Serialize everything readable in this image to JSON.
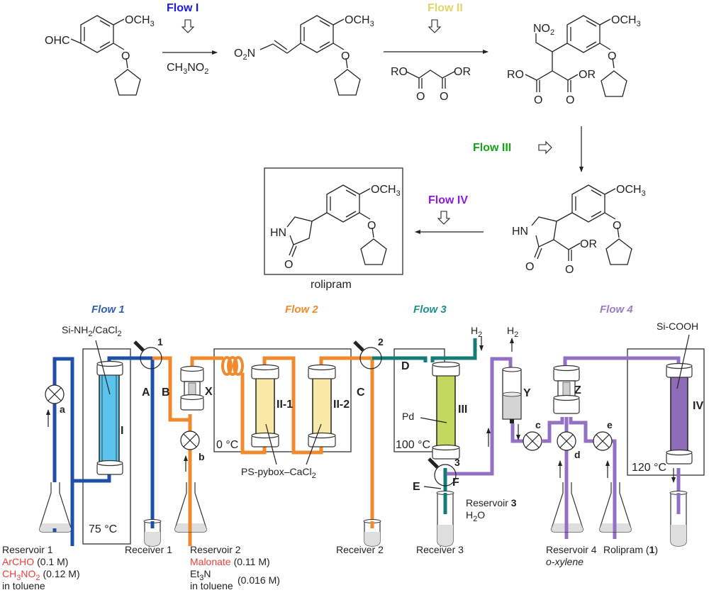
{
  "scheme": {
    "flows": [
      {
        "label": "Flow I",
        "color": "#1a1ae0",
        "reagent": "CH3NO2"
      },
      {
        "label": "Flow II",
        "color": "#e3d36a",
        "reagent": "RO(C=O)CH2(C=O)OR"
      },
      {
        "label": "Flow III",
        "color": "#17a317"
      },
      {
        "label": "Flow IV",
        "color": "#8b1ae6"
      }
    ],
    "compounds": {
      "start": {
        "groups": [
          "OHC",
          "OCH3",
          "O"
        ]
      },
      "nitrostyrene": {
        "groups": [
          "O2N",
          "OCH3",
          "O"
        ]
      },
      "adduct": {
        "groups": [
          "NO2",
          "OCH3",
          "RO",
          "OR",
          "O",
          "O",
          "O"
        ]
      },
      "lactam": {
        "groups": [
          "HN",
          "OCH3",
          "OR",
          "O",
          "O",
          "O"
        ]
      },
      "product": {
        "name": "rolipram",
        "groups": [
          "HN",
          "OCH3",
          "O",
          "O"
        ]
      }
    },
    "texts": {
      "OHC": "OHC",
      "OCH3_main": "OCH",
      "OCH3_sub": "3",
      "O": "O",
      "O2N_O": "O",
      "O2N_sub": "2",
      "O2N_N": "N",
      "NO2_N": "NO",
      "NO2_sub": "2",
      "CH3NO2_a": "CH",
      "CH3NO2_b": "3",
      "CH3NO2_c": "NO",
      "CH3NO2_d": "2",
      "RO": "RO",
      "OR": "OR",
      "HN": "HN",
      "rolipram": "rolipram"
    }
  },
  "apparatus": {
    "flows": [
      {
        "label": "Flow 1",
        "color": "#2f5fb3",
        "pipe_color": "#1f4fa8"
      },
      {
        "label": "Flow 2",
        "color": "#f08a2c",
        "pipe_color": "#f08a2c"
      },
      {
        "label": "Flow 3",
        "color": "#1f8f8a",
        "pipe_color": "#137b78"
      },
      {
        "label": "Flow 4",
        "color": "#9b7dc4",
        "pipe_color": "#9370c4"
      }
    ],
    "columns": [
      {
        "id": "I",
        "packing": "Si-NH2/CaCl2",
        "fill": "#5bc4ee"
      },
      {
        "id": "II-1",
        "packing": "PS-pybox–CaCl2",
        "fill": "#f8e9a6"
      },
      {
        "id": "II-2",
        "packing": "PS-pybox–CaCl2",
        "fill": "#f8e9a6"
      },
      {
        "id": "III",
        "packing": "Pd",
        "fill": "#c2d75e"
      },
      {
        "id": "IV",
        "packing": "Si-COOH",
        "fill": "#8c6bb7"
      }
    ],
    "labels": {
      "si_nh2_a": "Si-NH",
      "si_nh2_b": "2",
      "si_nh2_c": "/CaCl",
      "si_nh2_d": "2",
      "pspybox_a": "PS-pybox–CaCl",
      "pspybox_b": "2",
      "pd": "Pd",
      "sicooh": "Si-COOH",
      "col_I": "I",
      "col_II1": "II-1",
      "col_II2": "II-2",
      "col_III": "III",
      "col_IV": "IV",
      "X": "X",
      "Y": "Y",
      "Z": "Z",
      "A": "A",
      "B": "B",
      "C": "C",
      "D": "D",
      "E": "E",
      "F": "F",
      "valve_1": "1",
      "valve_2": "2",
      "valve_3": "3",
      "pump_a": "a",
      "pump_b": "b",
      "pump_c": "c",
      "pump_d": "d",
      "pump_e": "e",
      "h2_in_a": "H",
      "h2_in_b": "2",
      "h2_out_a": "H",
      "h2_out_b": "2"
    },
    "temperatures": {
      "box1": "75 °C",
      "box2": "0 °C",
      "box3": "100 °C",
      "box4": "120 °C"
    },
    "vessels": {
      "reservoir1": {
        "title": "Reservoir 1",
        "line1_red": "ArCHO",
        "line1_conc": "(0.1 M)",
        "line2_red_a": "CH",
        "line2_red_b": "3",
        "line2_red_c": "NO",
        "line2_red_d": "2",
        "line2_conc": "(0.12 M)",
        "solvent": "in toluene"
      },
      "receiver1": {
        "title": "Receiver 1"
      },
      "reservoir2": {
        "title": "Reservoir 2",
        "line1_red": "Malonate",
        "line1_conc": "(0.11 M)",
        "line2_a": "Et",
        "line2_b": "3",
        "line2_c": "N",
        "line2_conc": "(0.016 M)",
        "solvent": "in toluene"
      },
      "receiver2": {
        "title": "Receiver 2"
      },
      "receiver3": {
        "title": "Receiver 3"
      },
      "reservoir3": {
        "title_a": "Reservoir ",
        "title_b": "3",
        "content_a": "H",
        "content_b": "2",
        "content_c": "O"
      },
      "reservoir4": {
        "title": "Reservoir 4",
        "solvent": "o-xylene"
      },
      "product": {
        "title_a": "Rolipram (",
        "title_b": "1",
        "title_c": ")"
      }
    },
    "accent_red": "#e8403a"
  }
}
